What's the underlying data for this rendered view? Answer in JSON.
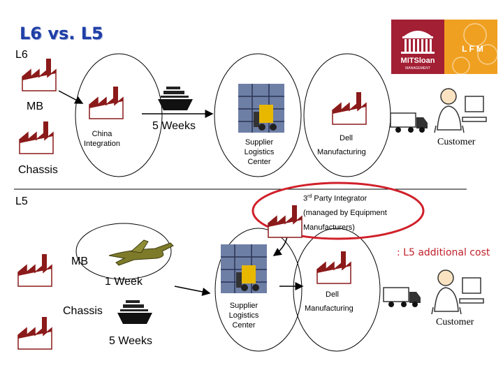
{
  "slide": {
    "title": "L6 vs. L5",
    "logo": {
      "left_text": "MITSloan",
      "left_sub": "MANAGEMENT",
      "right_text": "LFM"
    }
  },
  "l6": {
    "label": "L6",
    "mb_label": "MB",
    "china_line1": "China",
    "china_line2": "Integration",
    "chassis_label": "Chassis",
    "weeks_label": "5 Weeks",
    "slc_line1": "Supplier",
    "slc_line2": "Logistics",
    "slc_line3": "Center",
    "dell_label": "Dell",
    "manufacturing_label": "Manufacturing",
    "customer_label": "Customer"
  },
  "l5": {
    "label": "L5",
    "integrator_prefix": "3",
    "integrator_sup": "rd",
    "integrator_rest": "Party Integrator",
    "integrator_line2": "(managed by Equipment",
    "integrator_line3": "Manufacturers)",
    "additional_cost": ": L5 additional cost",
    "mb_label": "MB",
    "one_week_label": "1 Week",
    "chassis_label": "Chassis",
    "weeks_label": "5 Weeks",
    "slc_line1": "Supplier",
    "slc_line2": "Logistics",
    "slc_line3": "Center",
    "dell_label": "Dell",
    "manufacturing_label": "Manufacturing",
    "customer_label": "Customer"
  },
  "colors": {
    "title": "#1f3fa6",
    "highlight": "#d0202a",
    "factory_roof": "#8b1a1a",
    "logo_red": "#a31f34",
    "logo_orange": "#f0a020"
  },
  "icons": [
    "factory-icon",
    "ship-icon",
    "warehouse-forklift-icon",
    "truck-icon",
    "customer-person-icon",
    "airplane-icon"
  ]
}
